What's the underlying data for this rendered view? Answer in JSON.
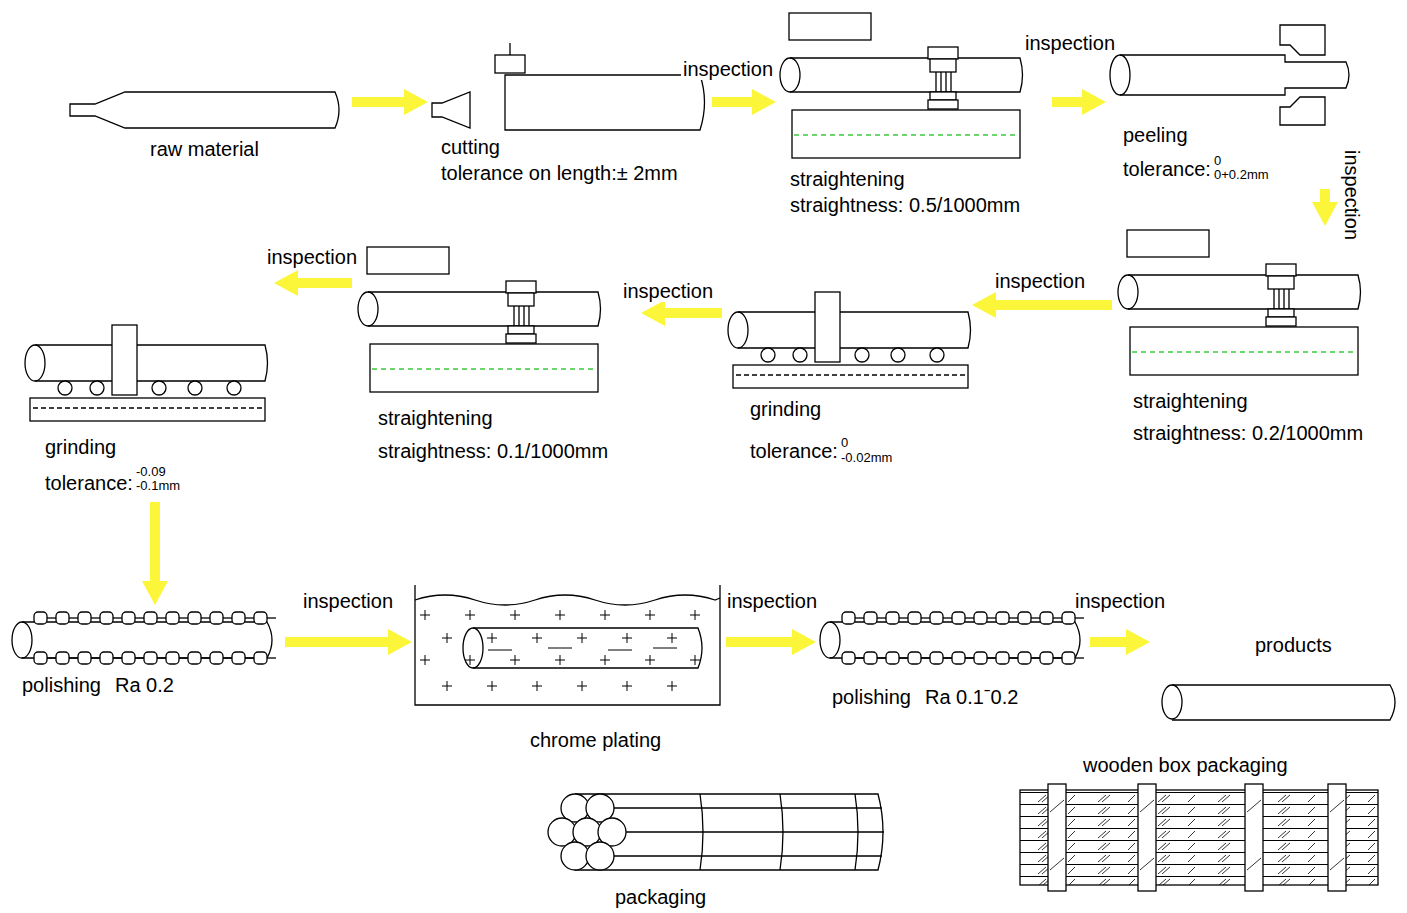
{
  "diagram": {
    "nodes": [
      {
        "text": [
          "raw material"
        ]
      },
      {
        "text": [
          "cutting",
          "tolerance on length:± 2mm"
        ]
      },
      {
        "text": [
          "straightening",
          "straightness: 0.5/1000mm"
        ]
      },
      {
        "text": [
          "peeling",
          "tolerance:",
          "0",
          "0+0.2mm"
        ]
      },
      {
        "text": [
          "straightening",
          "straightness: 0.2/1000mm"
        ]
      },
      {
        "text": [
          "grinding",
          "tolerance:",
          "0",
          "-0.02mm"
        ]
      },
      {
        "text": [
          "straightening",
          "straightness: 0.1/1000mm"
        ]
      },
      {
        "text": [
          "grinding",
          "tolerance:",
          "-0.09",
          "-0.1mm"
        ]
      },
      {
        "text": [
          "polishing",
          "Ra 0.2"
        ]
      },
      {
        "text": [
          "chrome plating"
        ]
      },
      {
        "text": [
          "polishing",
          "Ra 0.1ˉ0.2"
        ]
      },
      {
        "text": [
          "products"
        ]
      },
      {
        "text": [
          "packaging"
        ]
      },
      {
        "text": [
          "wooden box packaging"
        ]
      }
    ],
    "edges": [
      {
        "from": 0,
        "to": 1,
        "arrow": "to"
      },
      {
        "from": 1,
        "to": 2,
        "label": "inspection",
        "arrow": "to"
      },
      {
        "from": 2,
        "to": 3,
        "label": "inspection",
        "arrow": "to"
      },
      {
        "from": 3,
        "to": 4,
        "label": "inspection",
        "arrow": "to"
      },
      {
        "from": 4,
        "to": 5,
        "label": "inspection",
        "arrow": "to"
      },
      {
        "from": 5,
        "to": 6,
        "label": "inspection",
        "arrow": "to"
      },
      {
        "from": 6,
        "to": 7,
        "label": "inspection",
        "arrow": "to"
      },
      {
        "from": 7,
        "to": 8,
        "arrow": "to"
      },
      {
        "from": 8,
        "to": 9,
        "label": "inspection",
        "arrow": "to"
      },
      {
        "from": 9,
        "to": 10,
        "label": "inspection",
        "arrow": "to"
      },
      {
        "from": 10,
        "to": 11,
        "label": "inspection",
        "arrow": "to"
      }
    ]
  }
}
